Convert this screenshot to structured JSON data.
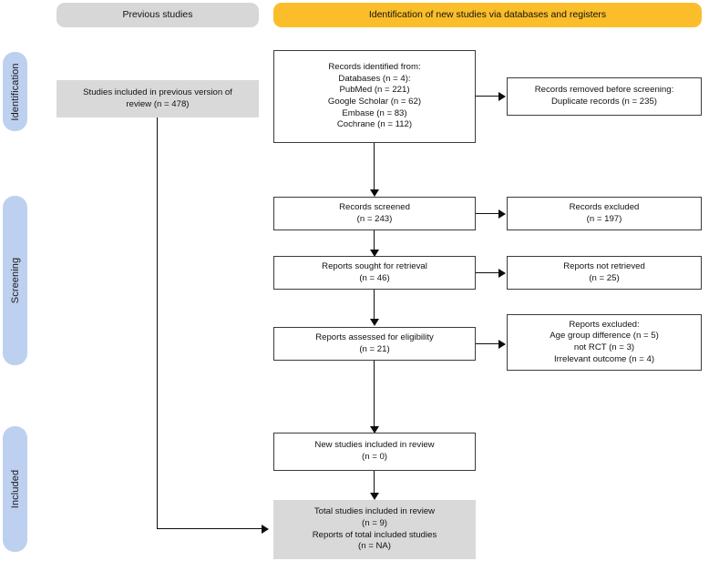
{
  "diagram": {
    "type": "prisma-flow-diagram",
    "headers": [
      {
        "id": "previous-studies",
        "label": "Previous studies",
        "color": "#d7d7d7"
      },
      {
        "id": "identification-new",
        "label": "Identification of new studies via databases and registers",
        "color": "#fbbe2a"
      }
    ],
    "stages": [
      {
        "id": "identification",
        "label": "Identification",
        "color": "#bdd0ef"
      },
      {
        "id": "screening",
        "label": "Screening",
        "color": "#bdd0ef"
      },
      {
        "id": "included",
        "label": "Included",
        "color": "#bdd0ef"
      }
    ],
    "boxes": {
      "previous_version": {
        "text": "Studies included in previous version of\nreview (n = 478)",
        "style": "filled"
      },
      "records_identified": {
        "text": "Records identified from:\nDatabases (n = 4):\nPubMed (n = 221)\nGoogle Scholar (n = 62)\nEmbase (n = 83)\nCochrane (n = 112)",
        "style": "outline"
      },
      "records_removed": {
        "text": "Records removed before screening:\nDuplicate records (n = 235)",
        "style": "outline"
      },
      "records_screened": {
        "text": "Records screened\n(n = 243)",
        "style": "outline"
      },
      "records_excluded": {
        "text": "Records excluded\n(n = 197)",
        "style": "outline"
      },
      "reports_sought": {
        "text": "Reports sought for retrieval\n(n = 46)",
        "style": "outline"
      },
      "reports_not_retrieved": {
        "text": "Reports not retrieved\n(n = 25)",
        "style": "outline"
      },
      "reports_assessed": {
        "text": "Reports assessed for eligibility\n(n = 21)",
        "style": "outline"
      },
      "reports_excluded": {
        "text": "Reports excluded:\nAge group difference (n = 5)\nnot RCT (n = 3)\nIrrelevant outcome (n = 4)",
        "style": "outline"
      },
      "new_studies_included": {
        "text": "New studies included in review\n(n = 0)",
        "style": "outline"
      },
      "total_studies_included": {
        "text": "Total studies included in review\n(n = 9)\nReports of total included studies\n(n = NA)",
        "style": "filled"
      }
    },
    "counts": {
      "previous_version_studies": 478,
      "databases": 4,
      "pubmed": 221,
      "google_scholar": 62,
      "embase": 83,
      "cochrane": 112,
      "duplicate_records_removed": 235,
      "records_screened": 243,
      "records_excluded": 197,
      "reports_sought": 46,
      "reports_not_retrieved": 25,
      "reports_assessed": 21,
      "excluded_age_group_difference": 5,
      "excluded_not_rct": 3,
      "excluded_irrelevant_outcome": 4,
      "new_studies_included": 0,
      "total_studies_included": 9,
      "reports_of_total_included": "NA"
    }
  }
}
